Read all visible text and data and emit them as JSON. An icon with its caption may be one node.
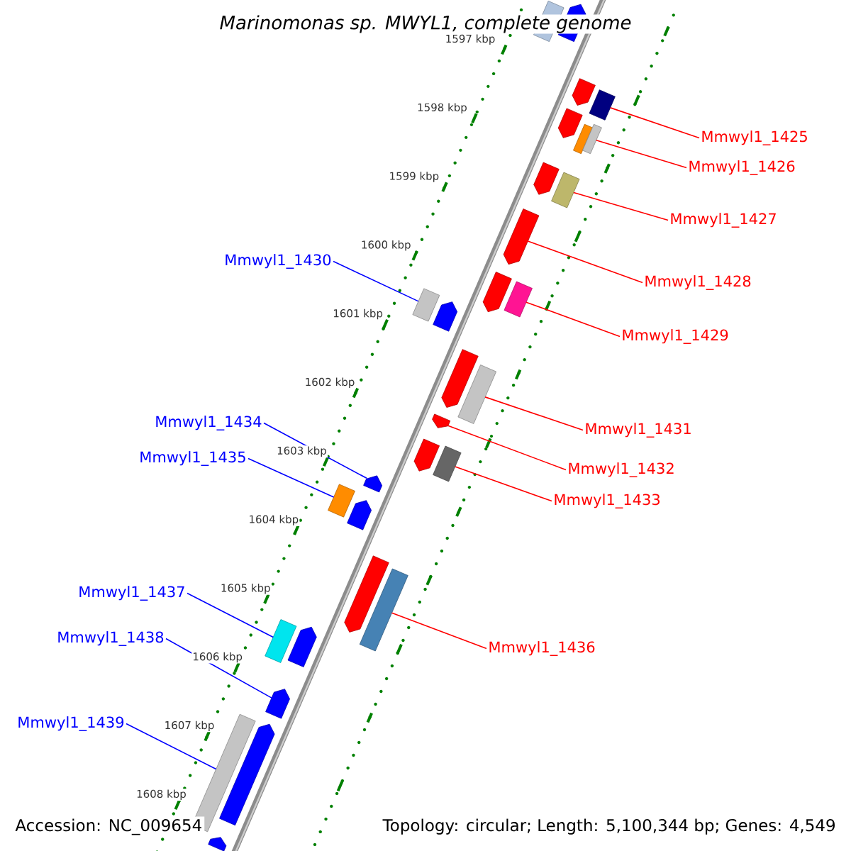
{
  "diagram": {
    "title": "Marinomonas sp. MWYL1, complete genome",
    "nodes": [
      {
        "text": [
          "Mmwyl1_1425"
        ]
      },
      {
        "text": [
          "Mmwyl1_1426"
        ]
      },
      {
        "text": [
          "Mmwyl1_1427"
        ]
      },
      {
        "text": [
          "Mmwyl1_1430"
        ]
      },
      {
        "text": [
          "Mmwyl1_1428"
        ]
      },
      {
        "text": [
          "Mmwyl1_1429"
        ]
      },
      {
        "text": [
          "Mmwyl1_1434"
        ]
      },
      {
        "text": [
          "Mmwyl1_1431"
        ]
      },
      {
        "text": [
          "Mmwyl1_1435"
        ]
      },
      {
        "text": [
          "Mmwyl1_1432"
        ]
      },
      {
        "text": [
          "Mmwyl1_1433"
        ]
      },
      {
        "text": [
          "Mmwyl1_1437"
        ]
      },
      {
        "text": [
          "Mmwyl1_1438"
        ]
      },
      {
        "text": [
          "Mmwyl1_1436"
        ]
      },
      {
        "text": [
          "Mmwyl1_1439"
        ]
      },
      {
        "text": [],
        "shape": "box"
      },
      {
        "text": [],
        "shape": "pentagon"
      },
      {
        "text": [],
        "shape": "pentagon"
      },
      {
        "text": [],
        "shape": "box"
      },
      {
        "text": [],
        "shape": "pentagon"
      },
      {
        "text": [],
        "shape": "box"
      },
      {
        "text": [],
        "shape": "box"
      },
      {
        "text": [],
        "shape": "pentagon"
      },
      {
        "text": [],
        "shape": "box"
      },
      {
        "text": [],
        "shape": "pentagon"
      },
      {
        "text": [],
        "shape": "pentagon"
      },
      {
        "text": [],
        "shape": "box"
      },
      {
        "text": [],
        "shape": "box"
      },
      {
        "text": [],
        "shape": "pentagon"
      },
      {
        "text": [],
        "shape": "pentagon"
      },
      {
        "text": [],
        "shape": "box"
      },
      {
        "text": [],
        "shape": "pentagon"
      },
      {
        "text": [],
        "shape": "pentagon"
      },
      {
        "text": [],
        "shape": "box"
      },
      {
        "text": [],
        "shape": "pentagon"
      },
      {
        "text": [],
        "shape": "box"
      },
      {
        "text": [],
        "shape": "pentagon"
      },
      {
        "text": [],
        "shape": "pentagon"
      },
      {
        "text": [],
        "shape": "box"
      },
      {
        "text": [],
        "shape": "box"
      },
      {
        "text": [],
        "shape": "pentagon"
      },
      {
        "text": [],
        "shape": "pentagon"
      },
      {
        "text": [],
        "shape": "box"
      },
      {
        "text": [],
        "shape": "pentagon"
      },
      {
        "text": [],
        "shape": "pentagon"
      }
    ],
    "edges": [
      {
        "from": 0,
        "to": 18,
        "arrow": "none"
      },
      {
        "from": 1,
        "to": 21,
        "arrow": "none"
      },
      {
        "from": 2,
        "to": 23,
        "arrow": "none"
      },
      {
        "from": 3,
        "to": 27,
        "arrow": "none",
        "color": "#0000ff"
      },
      {
        "from": 4,
        "to": 24,
        "arrow": "none"
      },
      {
        "from": 5,
        "to": 26,
        "arrow": "none"
      },
      {
        "from": 6,
        "to": 34,
        "arrow": "none",
        "color": "#0000ff"
      },
      {
        "from": 7,
        "to": 30,
        "arrow": "none"
      },
      {
        "from": 8,
        "to": 35,
        "arrow": "none",
        "color": "#0000ff"
      },
      {
        "from": 9,
        "to": 31,
        "arrow": "none"
      },
      {
        "from": 10,
        "to": 33,
        "arrow": "none"
      },
      {
        "from": 11,
        "to": 39,
        "arrow": "none",
        "color": "#0000ff"
      },
      {
        "from": 12,
        "to": 41,
        "arrow": "none",
        "color": "#0000ff"
      },
      {
        "from": 13,
        "to": 38,
        "arrow": "none"
      },
      {
        "from": 14,
        "to": 42,
        "arrow": "none",
        "color": "#0000ff"
      }
    ],
    "labels": [
      "1597 kbp",
      "1598 kbp",
      "1599 kbp",
      "1600 kbp",
      "1601 kbp",
      "1602 kbp",
      "1603 kbp",
      "1604 kbp",
      "1605 kbp",
      "1606 kbp",
      "1607 kbp",
      "1608 kbp",
      "Accession: NC_009654",
      "Topology: circular; Length: 5,100,344 bp; Genes: 4,549"
    ]
  }
}
